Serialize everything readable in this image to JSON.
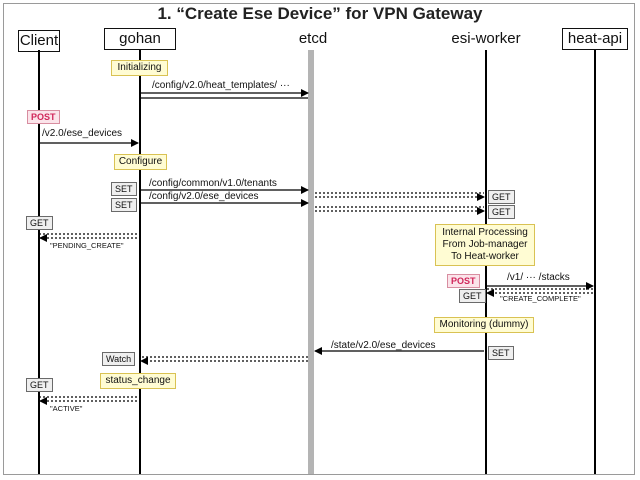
{
  "title": "1. “Create Ese Device” for VPN Gateway",
  "actors": {
    "client": "Client",
    "gohan": "gohan",
    "etcd": "etcd",
    "esi_worker": "esi-worker",
    "heat_api": "heat-api"
  },
  "notes": {
    "initializing": "Initializing",
    "configure": "Configure",
    "internal_processing": [
      "Internal Processing",
      "From Job-manager",
      "To Heat-worker"
    ],
    "monitoring": "Monitoring (dummy)",
    "status_change": "status_change"
  },
  "tags": {
    "post_client": "POST",
    "set_tenants": "SET",
    "set_devices": "SET",
    "get_worker_1": "GET",
    "get_worker_2": "GET",
    "get_client_1": "GET",
    "post_worker": "POST",
    "get_worker_3": "GET",
    "set_state": "SET",
    "watch": "Watch",
    "get_client_2": "GET"
  },
  "messages": {
    "heat_templates": "/config/v2.0/heat_templates/ ···",
    "ese_devices_post": "/v2.0/ese_devices",
    "common_tenants": "/config/common/v1.0/tenants",
    "config_ese_devices": "/config/v2.0/ese_devices",
    "pending_create": "\"PENDING_CREATE\"",
    "stacks": "/v1/ ··· /stacks",
    "create_complete": "\"CREATE_COMPLETE\"",
    "state_ese_devices": "/state/v2.0/ese_devices",
    "active": "\"ACTIVE\""
  }
}
